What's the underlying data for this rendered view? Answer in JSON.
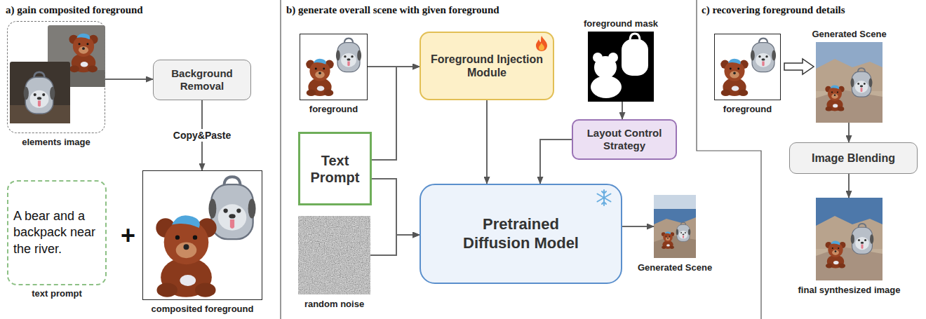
{
  "diagram": {
    "nodes": [
      {
        "text": [
          "elements image"
        ]
      },
      {
        "text": [
          "Background Removal"
        ]
      },
      {
        "text": [
          "A bear and a backpack near the river.",
          "text prompt"
        ]
      },
      {
        "text": [
          "composited foreground"
        ]
      },
      {
        "text": [
          "foreground"
        ]
      },
      {
        "text": [
          "Text Prompt"
        ]
      },
      {
        "text": [
          "random noise"
        ]
      },
      {
        "text": [
          "Foreground Injection Module"
        ]
      },
      {
        "text": [
          "foreground mask"
        ]
      },
      {
        "text": [
          "Layout Control Strategy"
        ]
      },
      {
        "text": [
          "Pretrained Diffusion Model"
        ]
      },
      {
        "text": [
          "Generated Scene"
        ]
      },
      {
        "text": [
          "foreground"
        ]
      },
      {
        "text": [
          "Generated Scene"
        ]
      },
      {
        "text": [
          "Image Blending"
        ]
      },
      {
        "text": [
          "final synthesized image"
        ]
      }
    ],
    "edges": [
      {
        "from": 0,
        "to": 1,
        "arrow": "to"
      },
      {
        "from": 1,
        "to": 3,
        "label": "Copy&Paste",
        "arrow": "to"
      },
      {
        "from": 4,
        "to": 7,
        "arrow": "to"
      },
      {
        "from": 5,
        "to": 7,
        "arrow": "to"
      },
      {
        "from": 5,
        "to": 10,
        "arrow": "to"
      },
      {
        "from": 6,
        "to": 10,
        "arrow": "to"
      },
      {
        "from": 7,
        "to": 10,
        "arrow": "to"
      },
      {
        "from": 8,
        "to": 9,
        "arrow": "to"
      },
      {
        "from": 9,
        "to": 10,
        "arrow": "to"
      },
      {
        "from": 10,
        "to": 11,
        "arrow": "to"
      },
      {
        "from": 12,
        "to": 13,
        "arrow": "to"
      },
      {
        "from": 13,
        "to": 14,
        "arrow": "to"
      },
      {
        "from": 14,
        "to": 15,
        "arrow": "to"
      }
    ],
    "labels": [
      "a) gain composited foreground",
      "b) generate overall scene with given foreground",
      "c) recovering foreground details",
      "+"
    ]
  }
}
